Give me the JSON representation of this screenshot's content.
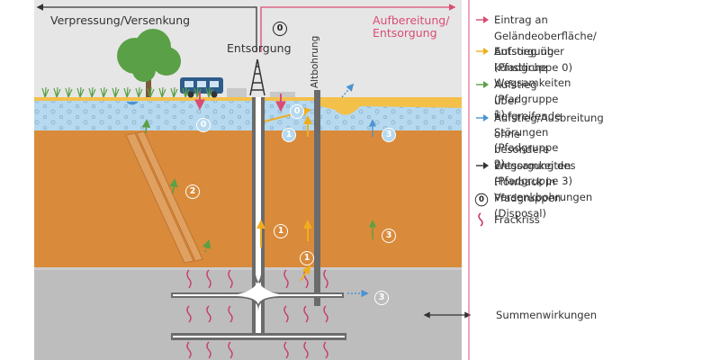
{
  "header": {
    "left_label": "Verpressung/Versenkung",
    "center_label": "Entsorgung",
    "right_label_line1": "Aufbereitung/",
    "right_label_line2": "Entsorgung",
    "path_zero": "0",
    "altbohrung": "Altbohrung"
  },
  "markers": {
    "m0a": "0",
    "m0b": "0",
    "m1a": "1",
    "m1b": "1",
    "m1c": "1",
    "m2": "2",
    "m3a": "3",
    "m3b": "3",
    "m3c": "3"
  },
  "legend": [
    {
      "icon": "pink-arrow-icon",
      "color": "#d94d73",
      "lines": [
        "Eintrag an Geländeoberfläche/",
        "Entsorgung (Pfadgruppe 0)"
      ]
    },
    {
      "icon": "yellow-arrow-icon",
      "color": "#f0ad1e",
      "lines": [
        "Aufstieg über künstliche",
        "Wegsamkeiten (Pfadgruppe 1)"
      ]
    },
    {
      "icon": "green-arrow-icon",
      "color": "#5aa046",
      "lines": [
        "Aufstieg über tiefgreifende",
        "Störungen (Pfadgruppe 2)"
      ]
    },
    {
      "icon": "blue-arrow-icon",
      "color": "#4a93d0",
      "lines": [
        "Aufstieg/Ausbreitung ohne",
        "besondere Wegsamkeiten",
        "(Pfadgruppe 3)"
      ]
    },
    {
      "icon": "black-arrow-icon",
      "color": "#333333",
      "lines": [
        "Entsorgung des Flowback in",
        "Versenkbohrungen (Disposal)"
      ]
    },
    {
      "icon": "circle-zero-icon",
      "color": "#222222",
      "symbol": "0",
      "lines": [
        "Pfadgruppen"
      ]
    },
    {
      "icon": "frack-wave-icon",
      "color": "#c83c6e",
      "lines": [
        "Frackriss"
      ]
    }
  ],
  "summen_label": "Summenwirkungen",
  "colors": {
    "aquifer": "#b6d9ef",
    "sandstone": "#f3c04a",
    "clay": "#d98a3a",
    "shale": "#bdbdbd",
    "surface": "#dcdcdc",
    "well": "#ffffff"
  }
}
